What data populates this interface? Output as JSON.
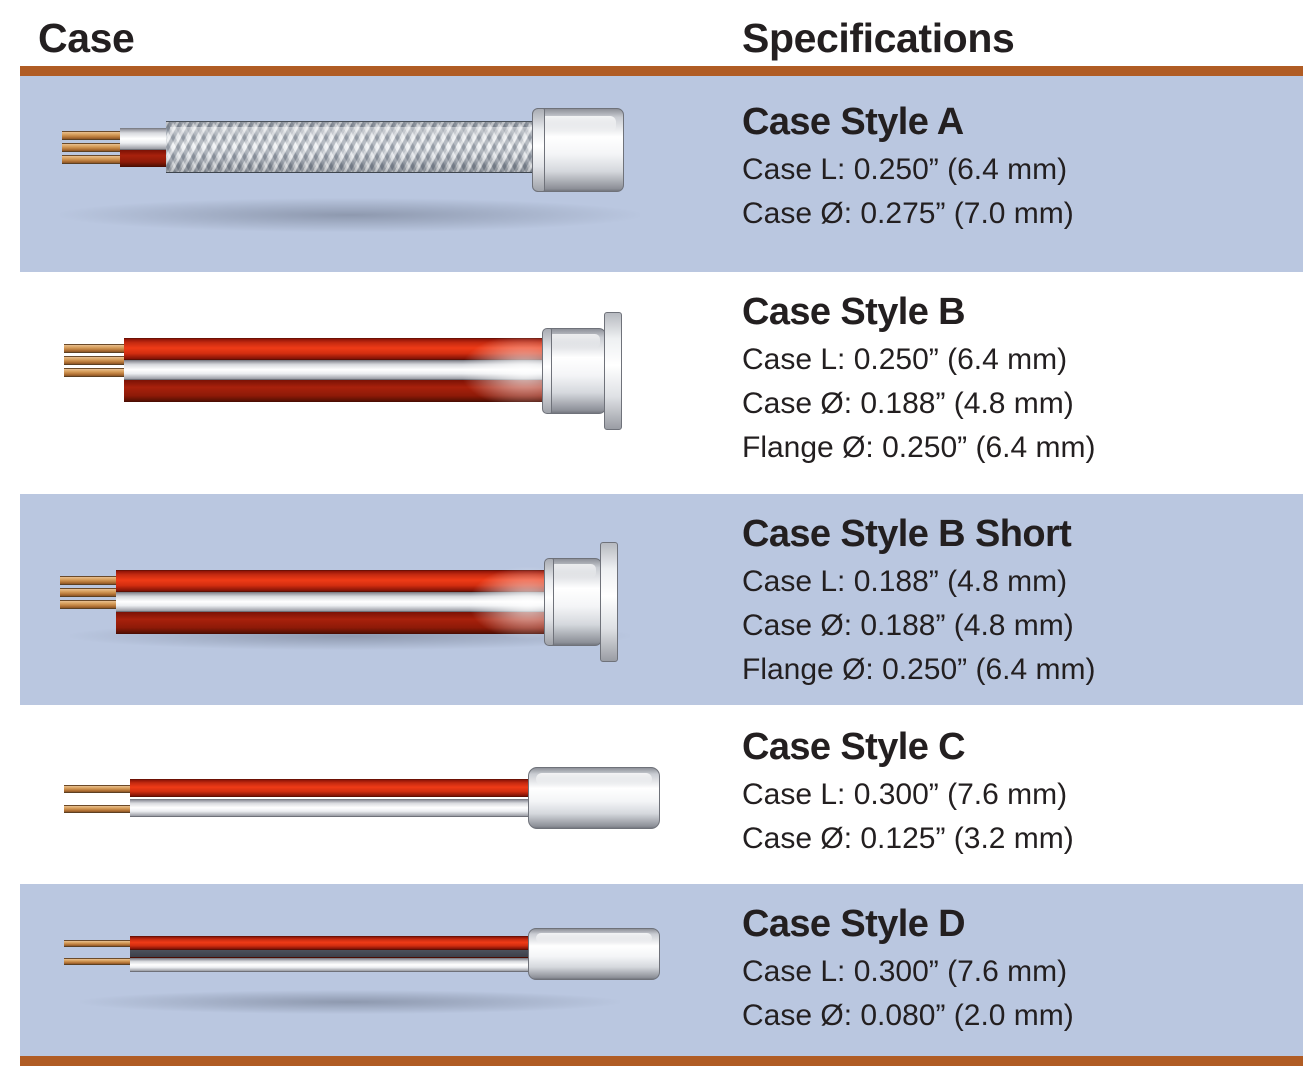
{
  "header": {
    "case_label": "Case",
    "specs_label": "Specifications"
  },
  "colors": {
    "rule": "#b05c24",
    "row_shade": "#bac7e0",
    "text": "#231f20",
    "page_background": "#ffffff"
  },
  "rows": [
    {
      "id": "case-style-a",
      "shaded": true,
      "title": "Case Style A",
      "image_name": "braided-shield-cable-with-cylindrical-case",
      "specs": [
        "Case L: 0.250” (6.4 mm)",
        "Case Ø:  0.275” (7.0 mm)"
      ]
    },
    {
      "id": "case-style-b",
      "shaded": false,
      "title": "Case Style B",
      "image_name": "red-white-cable-with-flanged-case",
      "specs": [
        "Case L: 0.250” (6.4 mm)",
        "Case Ø:  0.188” (4.8 mm)",
        "Flange Ø:  0.250” (6.4 mm)"
      ]
    },
    {
      "id": "case-style-b-short",
      "shaded": true,
      "title": "Case Style B Short",
      "image_name": "red-white-cable-with-short-flanged-case",
      "specs": [
        "Case L: 0.188” (4.8 mm)",
        "Case Ø:  0.188” (4.8 mm)",
        "Flange Ø:  0.250” (6.4 mm)"
      ]
    },
    {
      "id": "case-style-c",
      "shaded": false,
      "title": "Case Style C",
      "image_name": "twin-lead-cable-with-rounded-case",
      "specs": [
        "Case L: 0.300” (7.6 mm)",
        "Case Ø:  0.125” (3.2 mm)"
      ]
    },
    {
      "id": "case-style-d",
      "shaded": true,
      "title": "Case Style D",
      "image_name": "thin-twin-lead-cable-with-rounded-case",
      "specs": [
        "Case L: 0.300” (7.6 mm)",
        "Case Ø:  0.080” (2.0 mm)"
      ]
    }
  ]
}
